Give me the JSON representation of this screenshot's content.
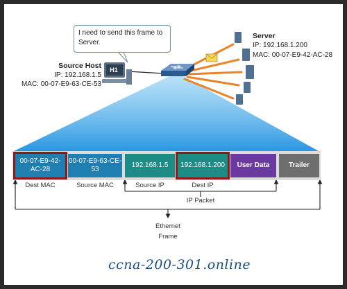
{
  "bubble": {
    "text": "I need to send this frame to Server."
  },
  "source_host": {
    "title": "Source Host",
    "pc_label": "H1",
    "ip": "IP: 192.168.1.5",
    "mac": "MAC: 00-07-E9-63-CE-53"
  },
  "server": {
    "title": "Server",
    "ip": "IP: 192.168.1.200",
    "mac": "MAC: 00-07-E9-42-AC-28"
  },
  "frame_fields": [
    {
      "text": "00-07-E9-42-AC-28",
      "caption": "Dest MAC",
      "color": "#1f7fb0",
      "highlight": true
    },
    {
      "text": "00-07-E9-63-CE-53",
      "caption": "Source MAC",
      "color": "#1f7fb0",
      "highlight": false
    },
    {
      "text": "192.168.1.5",
      "caption": "Source IP",
      "color": "#1d8c86",
      "highlight": false
    },
    {
      "text": "192.168.1.200",
      "caption": "Dest IP",
      "color": "#1d8c86",
      "highlight": true
    },
    {
      "text": "User Data",
      "caption": "",
      "color": "#6a3aa0",
      "highlight": false
    },
    {
      "text": "Trailer",
      "caption": "",
      "color": "#6e6e6e",
      "highlight": false
    }
  ],
  "ip_packet_label": "IP Packet",
  "ethernet_frame_label": {
    "line1": "Ethernet",
    "line2": "Frame"
  },
  "watermark": "ccna-200-301.online",
  "colors": {
    "highlight_border": "#8b1a1a",
    "beam": "#2f9fe0",
    "link": "#e8842a"
  }
}
